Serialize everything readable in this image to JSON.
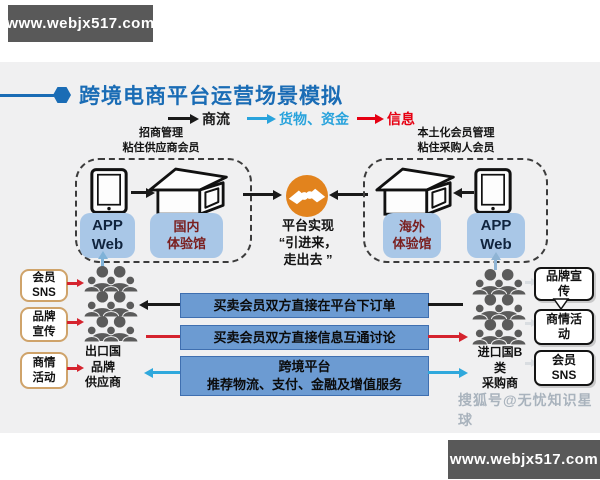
{
  "top_banner": {
    "text": "www.webjx517.com"
  },
  "bottom_banner": {
    "text": "www.webjx517.com"
  },
  "title": {
    "text": "跨境电商平台运营场景模拟",
    "color": "#1a6cb5"
  },
  "legend": {
    "items": [
      {
        "label": "商流",
        "color": "#1a1a1a"
      },
      {
        "label": "货物、资金",
        "color": "#29a3dc"
      },
      {
        "label": "信息",
        "color": "#e60012"
      }
    ]
  },
  "supplier_side": {
    "caption": "招商管理\n粘住供应商会员",
    "app_label": "APP\nWeb",
    "hall_label": "国内\n体验馆",
    "people_caption": "出口国\n品牌\n供应商",
    "boxes": [
      "会员\nSNS",
      "品牌\n宣传",
      "商情\n活动"
    ]
  },
  "buyer_side": {
    "caption": "本土化会员管理\n粘住采购人会员",
    "hall_label": "海外\n体验馆",
    "app_label": "APP\nWeb",
    "people_caption": "进口国B\n类\n采购商",
    "boxes": [
      "品牌宣\n传",
      "商情活\n动",
      "会员\nSNS"
    ]
  },
  "platform": {
    "text": "平台实现\n“引进来，\n走出去 ”"
  },
  "bars": [
    "买卖会员双方直接在平台下订单",
    "买卖会员双方直接信息互通讨论",
    "跨境平台\n推荐物流、支付、金融及增值服务"
  ],
  "watermark": "搜狐号@无忧知识星球",
  "colors": {
    "bar_fill": "#6c9bd2",
    "pill_fill": "#a9c7e7",
    "hall_text": "#7a1f1f",
    "handshake": "#e2831d",
    "banner": "#595959",
    "background": "#f0f0f1"
  }
}
